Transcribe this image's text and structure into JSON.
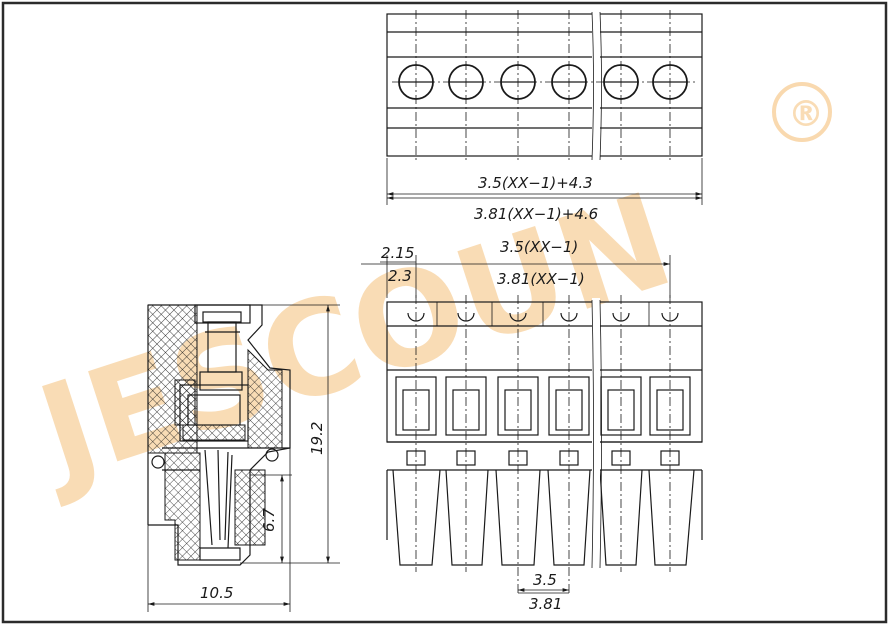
{
  "diagram": {
    "dimensions": {
      "top_width_35": "3.5(XX−1)+4.3",
      "top_width_381": "3.81(XX−1)+4.6",
      "offset_215": "2.15",
      "offset_23": "2.3",
      "pitch_span_35": "3.5(XX−1)",
      "pitch_span_381": "3.81(XX−1)",
      "height": "19.2",
      "lower_height": "6.7",
      "side_width": "10.5",
      "pitch_35": "3.5",
      "pitch_381": "3.81"
    },
    "watermark": {
      "text": "JESCOUN",
      "registered": "®"
    },
    "colors": {
      "line": "#1a1a1a",
      "watermark": "#f5c07a",
      "frame": "#2b2b2b"
    },
    "pin_count_shown": 6
  }
}
